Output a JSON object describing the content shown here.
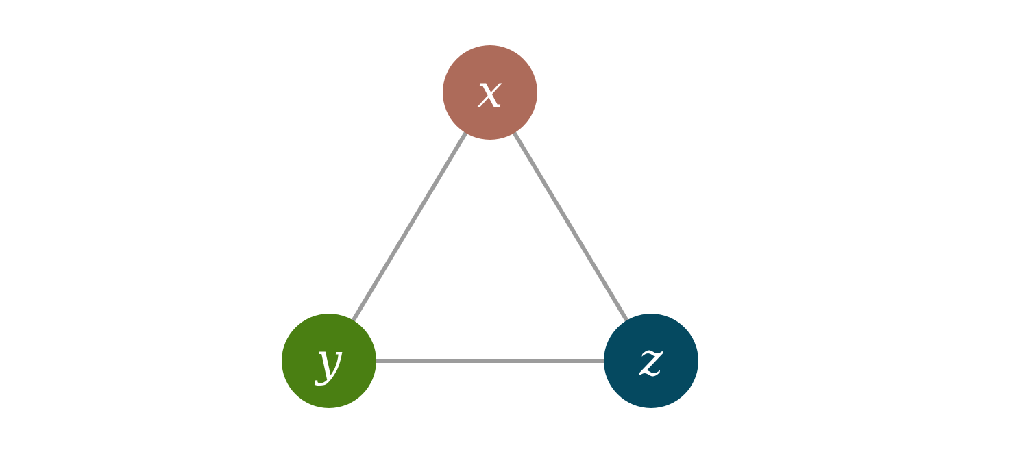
{
  "diagram": {
    "nodes": [
      {
        "id": "x",
        "label": "x",
        "color": "#ad6b5a"
      },
      {
        "id": "y",
        "label": "y",
        "color": "#4a7f12"
      },
      {
        "id": "z",
        "label": "z",
        "color": "#054960"
      }
    ],
    "edges": [
      {
        "from": "x",
        "to": "y"
      },
      {
        "from": "x",
        "to": "z"
      },
      {
        "from": "y",
        "to": "z"
      }
    ],
    "edge_color": "#9c9c9c"
  }
}
